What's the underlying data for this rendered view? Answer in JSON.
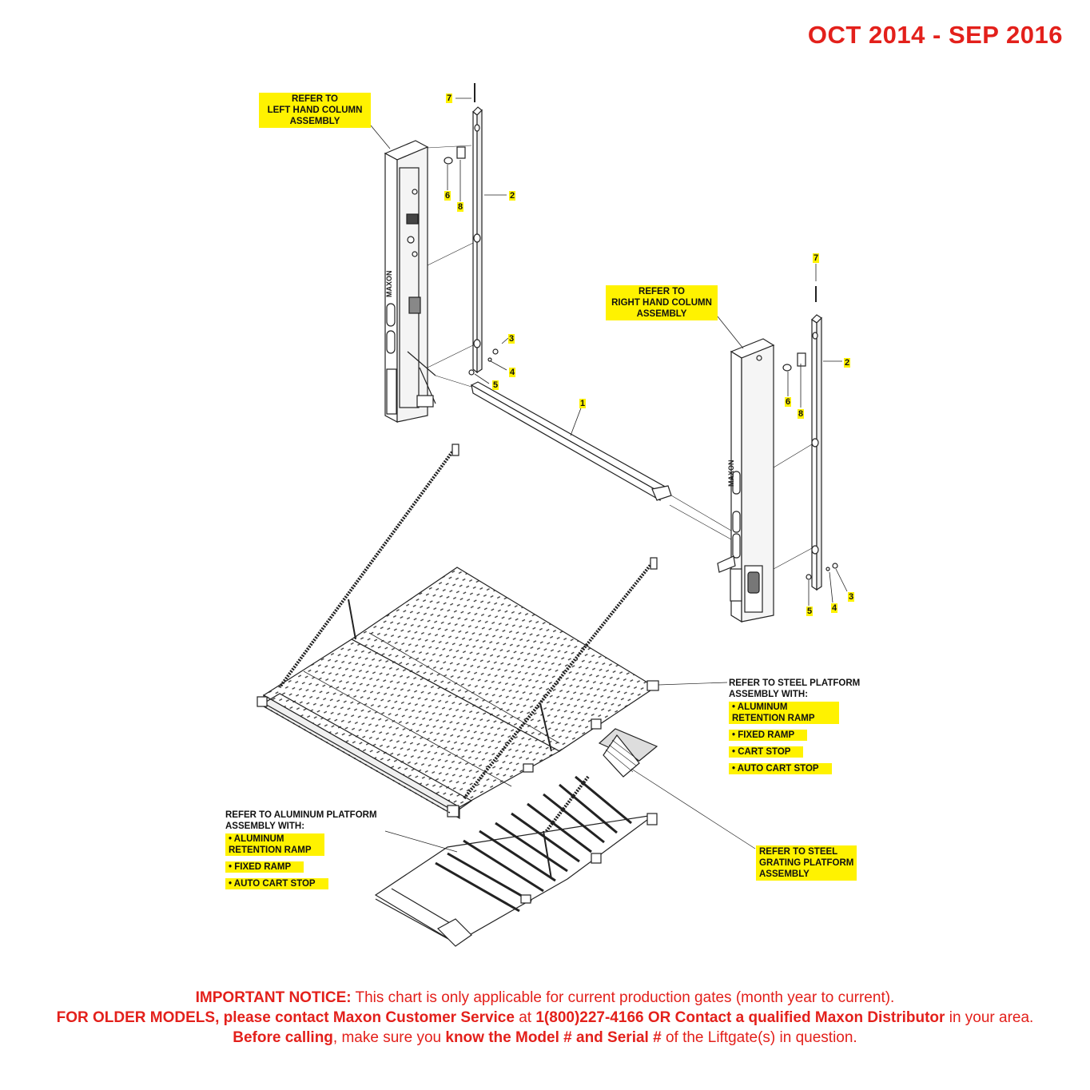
{
  "header": {
    "date_range": "OCT 2014 - SEP 2016"
  },
  "callouts": {
    "left_column": [
      "REFER TO",
      "LEFT HAND COLUMN",
      "ASSEMBLY"
    ],
    "right_column": [
      "REFER TO",
      "RIGHT HAND COLUMN",
      "ASSEMBLY"
    ],
    "steel_grating": [
      "REFER TO STEEL",
      "GRATING PLATFORM",
      "ASSEMBLY"
    ]
  },
  "steel_platform_note": {
    "heading": [
      "REFER TO STEEL PLATFORM",
      "ASSEMBLY WITH:"
    ],
    "items": [
      "ALUMINUM RETENTION RAMP",
      "FIXED RAMP",
      "CART STOP",
      "AUTO CART STOP"
    ]
  },
  "aluminum_platform_note": {
    "heading": [
      "REFER TO ALUMINUM PLATFORM",
      "ASSEMBLY WITH:"
    ],
    "items": [
      "ALUMINUM RETENTION RAMP",
      "FIXED RAMP",
      "AUTO CART STOP"
    ]
  },
  "part_numbers": {
    "p7a": "7",
    "p6a": "6",
    "p8a": "8",
    "p2a": "2",
    "p3a": "3",
    "p4a": "4",
    "p5a": "5",
    "p1": "1",
    "p7b": "7",
    "p2b": "2",
    "p6b": "6",
    "p8b": "8",
    "p3b": "3",
    "p4b": "4",
    "p5b": "5"
  },
  "column_logo": "MAXON",
  "notice": {
    "lead": "IMPORTANT NOTICE:",
    "text1": " This chart is only applicable for current production gates (month year to current).",
    "older": "FOR OLDER MODELS, please contact Maxon Customer Service",
    "at": " at ",
    "phone": "1(800)227-4166 OR Contact a qualified Maxon Distributor",
    "area": " in your area. ",
    "before": "Before calling",
    "sure": ", make sure you ",
    "know": "know the Model # and Serial #",
    "tail": " of the Liftgate(s) in question."
  }
}
